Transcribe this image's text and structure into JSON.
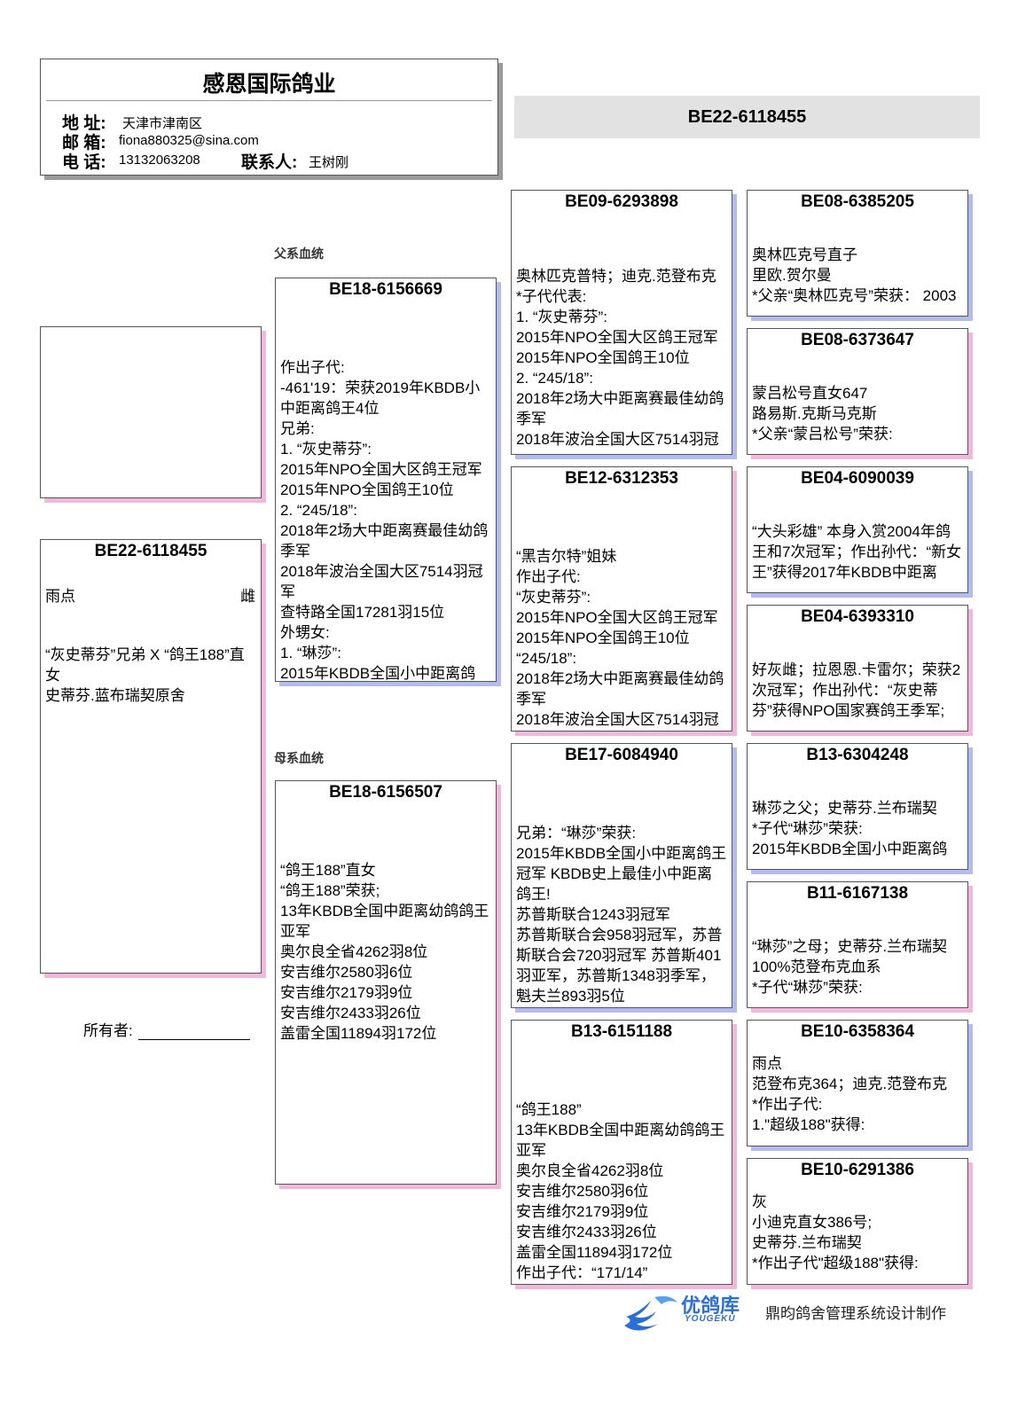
{
  "header": {
    "company": "感恩国际鸽业",
    "address_label": "地 址:",
    "address": "天津市津南区",
    "email_label": "邮 箱:",
    "email": "fiona880325@sina.com",
    "phone_label": "电 话:",
    "phone": "13132063208",
    "contact_label": "联系人:",
    "contact": "王树刚"
  },
  "title": "BE22-6118455",
  "labels": {
    "sire_line": "父系血统",
    "dam_line": "母系血统",
    "owner": "所有者:"
  },
  "subject": {
    "ring": "BE22-6118455",
    "color": "雨点",
    "sex": "雌",
    "desc": "“灰史蒂芬”兄弟 X “鸽王188”直女\n史蒂芬.蓝布瑞契原舍"
  },
  "sire": {
    "ring": "BE18-6156669",
    "desc": "作出子代:\n-461'19：荣获2019年KBDB小中距离鸽王4位\n兄弟:\n1. “灰史蒂芬”:\n2015年NPO全国大区鸽王冠军\n2015年NPO全国鸽王10位\n2. “245/18”:\n2018年2场大中距离赛最佳幼鸽 季军\n2018年波治全国大区7514羽冠军\n查特路全国17281羽15位\n外甥女:\n1. “琳莎”:\n2015年KBDB全国小中距离鸽"
  },
  "dam": {
    "ring": "BE18-6156507",
    "desc": "“鸽王188”直女\n“鸽王188”荣获;\n13年KBDB全国中距离幼鸽鸽王亚军\n奥尔良全省4262羽8位\n安吉维尔2580羽6位\n安吉维尔2179羽9位\n安吉维尔2433羽26位\n盖雷全国11894羽172位"
  },
  "sire_sire": {
    "ring": "BE09-6293898",
    "desc": "奥林匹克普特；迪克.范登布克\n*子代代表:\n1. “灰史蒂芬”:\n2015年NPO全国大区鸽王冠军\n2015年NPO全国鸽王10位\n2. “245/18”:\n2018年2场大中距离赛最佳幼鸽 季军\n2018年波治全国大区7514羽冠"
  },
  "sire_dam": {
    "ring": "BE12-6312353",
    "desc": "“黑吉尔特”姐妹\n作出子代:\n“灰史蒂芬”:\n2015年NPO全国大区鸽王冠军\n2015年NPO全国鸽王10位\n“245/18”:\n2018年2场大中距离赛最佳幼鸽 季军\n2018年波治全国大区7514羽冠"
  },
  "dam_sire": {
    "ring": "BE17-6084940",
    "desc": "兄弟：“琳莎”荣获:\n2015年KBDB全国小中距离鸽王冠军 KBDB史上最佳小中距离鸽王!\n苏普斯联合1243羽冠军\n苏普斯联合会958羽冠军，苏普斯联合会720羽冠军 苏普斯401羽亚军，苏普斯1348羽季军，魁夫兰893羽5位"
  },
  "dam_dam": {
    "ring": "B13-6151188",
    "desc": "“鸽王188”\n13年KBDB全国中距离幼鸽鸽王亚军\n奥尔良全省4262羽8位\n安吉维尔2580羽6位\n安吉维尔2179羽9位\n安吉维尔2433羽26位\n盖雷全国11894羽172位\n作出子代：“171/14”"
  },
  "ss_s": {
    "ring": "BE08-6385205",
    "desc": "奥林匹克号直子\n里欧.贺尔曼\n*父亲“奥林匹克号”荣获： 2003"
  },
  "ss_d": {
    "ring": "BE08-6373647",
    "desc": "蒙吕松号直女647\n路易斯.克斯马克斯\n*父亲“蒙吕松号”荣获:"
  },
  "sd_s": {
    "ring": "BE04-6090039",
    "desc": "“大头彩雄” 本身入赏2004年鸽王和7次冠军；作出孙代：“新女王”获得2017年KBDB中距离"
  },
  "sd_d": {
    "ring": "BE04-6393310",
    "desc": "好灰雌；拉恩恩.卡雷尔；荣获2次冠军；作出孙代：“灰史蒂芬”获得NPO国家赛鸽王季军;"
  },
  "ds_s": {
    "ring": "B13-6304248",
    "desc": "琳莎之父；史蒂芬.兰布瑞契\n*子代“琳莎”荣获:\n2015年KBDB全国小中距离鸽"
  },
  "ds_d": {
    "ring": "B11-6167138",
    "desc": "“琳莎”之母；史蒂芬.兰布瑞契\n100%范登布克血系\n*子代“琳莎”荣获:"
  },
  "dd_s": {
    "ring": "BE10-6358364",
    "desc": "雨点\n范登布克364；迪克.范登布克\n*作出子代:\n1.\"超级188\"获得:"
  },
  "dd_d": {
    "ring": "BE10-6291386",
    "desc": "灰\n小迪克直女386号;\n史蒂芬.兰布瑞契\n*作出子代\"超级188\"获得:"
  },
  "footer": {
    "logo_name": "优鸽库",
    "logo_sub": "YOUGEKU",
    "text": "鼎昀鸽舍管理系统设计制作"
  },
  "colors": {
    "pink_shadow": "#f1b8dc",
    "blue_shadow": "#b4bbee",
    "title_bar": "#e2e2e2",
    "logo_blue": "#2c6fd4"
  }
}
